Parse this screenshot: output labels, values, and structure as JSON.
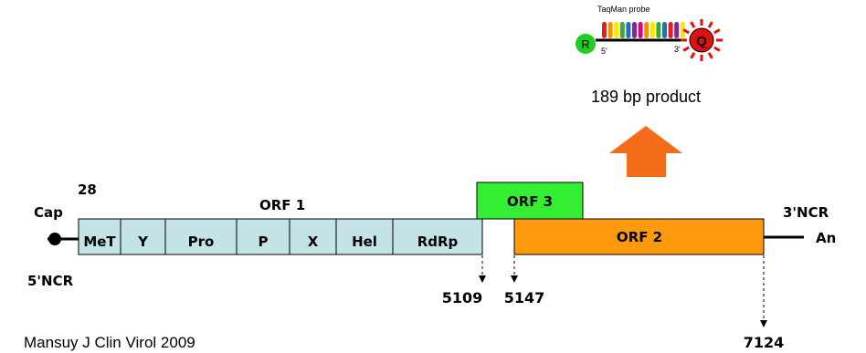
{
  "probe": {
    "title": "TaqMan probe",
    "reporter": "R",
    "quencher": "Q",
    "end5": "5'",
    "end3": "3'",
    "base_colors": [
      "#e31e24",
      "#f39200",
      "#ffe600",
      "#3aaa35",
      "#1d71b8",
      "#7b2d8e",
      "#e6007e",
      "#f39200",
      "#ffe600",
      "#3aaa35",
      "#1d71b8",
      "#e31e24",
      "#7b2d8e",
      "#ffe600"
    ],
    "reporter_color": "#22cc22",
    "quencher_color": "#e01010"
  },
  "product": {
    "label": "189 bp product",
    "arrow_color": "#f46b1a"
  },
  "genome": {
    "cap_label": "Cap",
    "start_position": "28",
    "ncr5_label": "5'NCR",
    "ncr3_label": "3'NCR",
    "polya_label": "An",
    "orf1": {
      "label": "ORF 1",
      "color": "#c3e3e6",
      "domains": [
        "MeT",
        "Y",
        "Pro",
        "P",
        "X",
        "Hel",
        "RdRp"
      ]
    },
    "orf2": {
      "label": "ORF 2",
      "color": "#ff9a0f"
    },
    "orf3": {
      "label": "ORF 3",
      "color": "#33ee33"
    },
    "positions": [
      "5109",
      "5147",
      "7124"
    ]
  },
  "citation": "Mansuy J Clin Virol 2009"
}
